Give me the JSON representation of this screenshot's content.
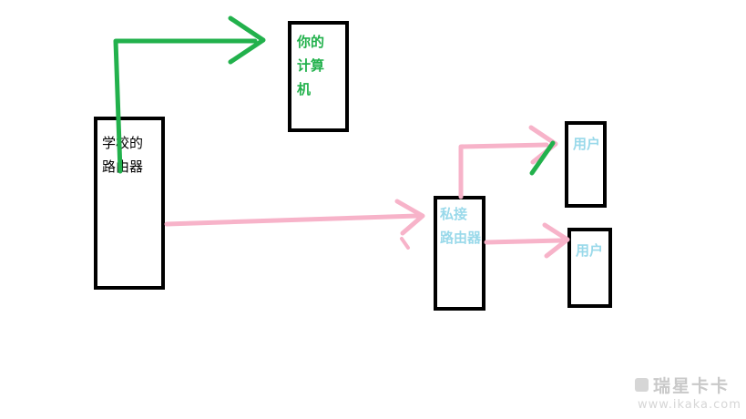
{
  "nodes": {
    "school_router": {
      "lines": [
        "学校的",
        "路由器"
      ]
    },
    "your_computer": {
      "lines": [
        "你的",
        "计算",
        "机"
      ]
    },
    "private_router": {
      "lines": [
        "私接",
        "路由器"
      ]
    },
    "user_top": {
      "label": "用户"
    },
    "user_bottom": {
      "label": "用户"
    }
  },
  "edges": [
    {
      "from": "school_router",
      "to": "your_computer",
      "color": "green"
    },
    {
      "from": "school_router",
      "to": "private_router",
      "color": "pink"
    },
    {
      "from": "private_router",
      "to": "user_top",
      "color": "pink"
    },
    {
      "from": "private_router",
      "to": "user_bottom",
      "color": "pink"
    }
  ],
  "colors": {
    "arrow_green": "#22b14c",
    "arrow_pink": "#f7b3c9",
    "text_black": "#000000",
    "text_green": "#22b14c",
    "text_light_blue": "#99d9ea",
    "watermark_gray": "#c9c9c9"
  },
  "watermark": {
    "brand": "瑞星卡卡",
    "url": "www.ikaka.com"
  }
}
